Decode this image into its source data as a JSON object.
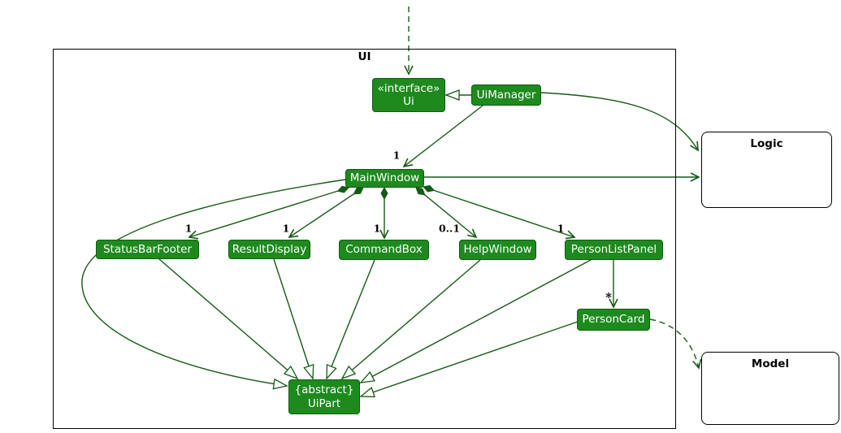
{
  "diagram": {
    "frame": {
      "label": "UI"
    },
    "nodes": {
      "ui_interface": {
        "stereotype": "«interface»",
        "name": "Ui"
      },
      "ui_manager": {
        "name": "UiManager"
      },
      "main_window": {
        "name": "MainWindow"
      },
      "status_bar_footer": {
        "name": "StatusBarFooter"
      },
      "result_display": {
        "name": "ResultDisplay"
      },
      "command_box": {
        "name": "CommandBox"
      },
      "help_window": {
        "name": "HelpWindow"
      },
      "person_list_panel": {
        "name": "PersonListPanel"
      },
      "person_card": {
        "name": "PersonCard"
      },
      "ui_part": {
        "modifier": "{abstract}",
        "name": "UiPart"
      }
    },
    "external": {
      "logic": {
        "name": "Logic"
      },
      "model": {
        "name": "Model"
      }
    },
    "multiplicities": {
      "main_window": "1",
      "status_bar_footer": "1",
      "result_display": "1",
      "command_box": "1",
      "help_window": "0..1",
      "person_list_panel": "1",
      "person_card": "*"
    },
    "colors": {
      "node_fill": "#1e8a1e",
      "node_border": "#0f5a0f",
      "edge": "#155a15",
      "frame_border": "#000000",
      "text_on_node": "#ffffff"
    }
  }
}
